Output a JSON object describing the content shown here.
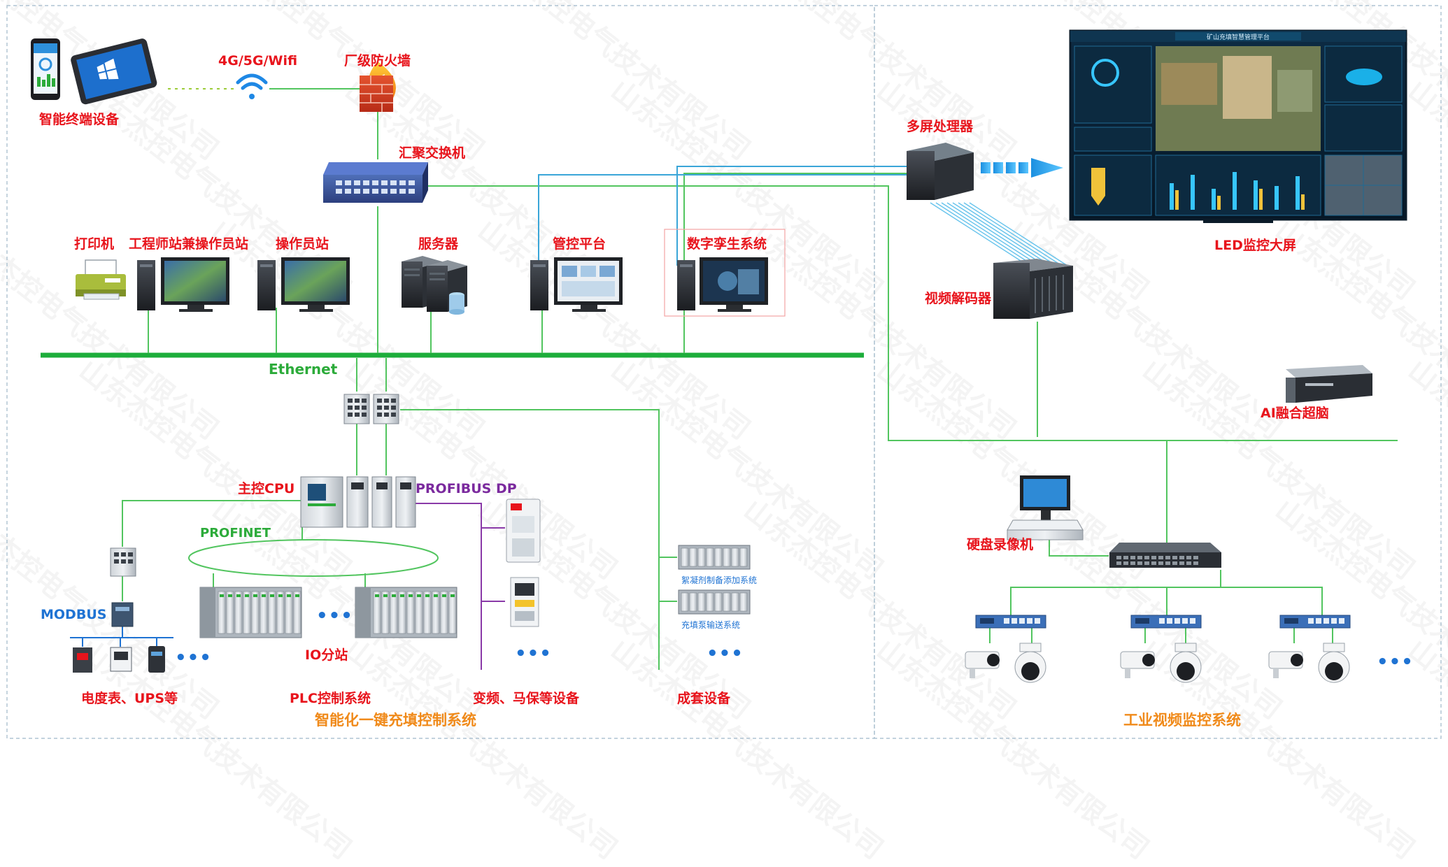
{
  "watermark": "山东杰控电气技术有限公司",
  "labels": {
    "smart_terminal": "智能终端设备",
    "wireless": "4G/5G/Wifi",
    "firewall": "厂级防火墙",
    "agg_switch": "汇聚交换机",
    "printer": "打印机",
    "eng_station": "工程师站兼操作员站",
    "op_station": "操作员站",
    "server": "服务器",
    "control_platform": "管控平台",
    "digital_twin": "数字孪生系统",
    "ethernet": "Ethernet",
    "main_cpu": "主控CPU",
    "profibus": "PROFIBUS DP",
    "profinet": "PROFINET",
    "modbus": "MODBUS",
    "io_station": "IO分站",
    "meters": "电度表、UPS等",
    "plc_system": "PLC控制系统",
    "vfd": "变频、马保等设备",
    "complete_equipment": "成套设备",
    "flocculant_system": "絮凝剂制备添加系统",
    "pump_system": "充填泵输送系统",
    "left_system_title": "智能化一键充填控制系统",
    "multi_screen": "多屏处理器",
    "led_screen": "LED监控大屏",
    "video_decoder": "视频解码器",
    "ai_brain": "AI融合超脑",
    "nvr": "硬盘录像机",
    "right_system_title": "工业视频监控系统",
    "screen_title": "矿山充填智慧管理平台"
  },
  "ellipsis": "•••",
  "colors": {
    "ethernet_bus": "#1dad3b",
    "network_line": "#52c55f",
    "hdmi_line": "#3aa6d8",
    "profibus_line": "#8a3aa8",
    "red_label": "#e8141c",
    "blue_label": "#1f73d3",
    "orange_title": "#f08a1a"
  }
}
